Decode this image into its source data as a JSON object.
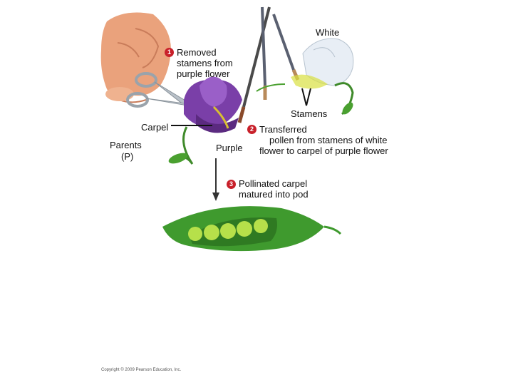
{
  "labels": {
    "white": "White",
    "stamens": "Stamens",
    "carpel": "Carpel",
    "parents": "Parents",
    "parents_sub": "(P)",
    "purple": "Purple"
  },
  "steps": [
    {
      "num": "1",
      "lines": [
        "Removed",
        "stamens from",
        "purple flower"
      ]
    },
    {
      "num": "2",
      "lines": [
        "Transferred",
        "pollen from stamens of white",
        "flower to carpel of purple flower"
      ]
    },
    {
      "num": "3",
      "lines": [
        "Pollinated carpel",
        "matured into pod"
      ]
    }
  ],
  "copyright": "Copyright © 2009 Pearson Education, Inc.",
  "colors": {
    "badge": "#c8202a",
    "purple_flower": "#7a3fa8",
    "white_flower": "#e8eef5",
    "pod": "#3f9a2e",
    "pea": "#b6e04a",
    "hand": "#e8a27c"
  }
}
